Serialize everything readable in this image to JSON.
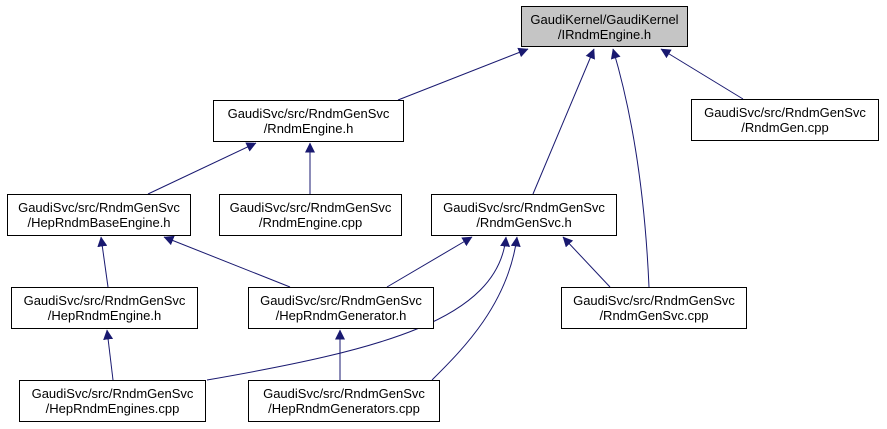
{
  "diagram": {
    "kind": "doxygen-included-by-dependency-graph",
    "root_file": "GaudiKernel/GaudiKernel/IRndmEngine.h"
  },
  "colors": {
    "edge": "#191970",
    "node_border": "#000000",
    "node_fill": "#ffffff",
    "root_node_fill": "#c5c5c5",
    "background": "#ffffff",
    "text": "#000000"
  },
  "nodes": [
    {
      "id": "IRndmEngine.h",
      "line1": "GaudiKernel/GaudiKernel",
      "line2": "/IRndmEngine.h"
    },
    {
      "id": "RndmEngine.h",
      "line1": "GaudiSvc/src/RndmGenSvc",
      "line2": "/RndmEngine.h"
    },
    {
      "id": "RndmGen.cpp",
      "line1": "GaudiSvc/src/RndmGenSvc",
      "line2": "/RndmGen.cpp"
    },
    {
      "id": "HepRndmBaseEngine.h",
      "line1": "GaudiSvc/src/RndmGenSvc",
      "line2": "/HepRndmBaseEngine.h"
    },
    {
      "id": "RndmEngine.cpp",
      "line1": "GaudiSvc/src/RndmGenSvc",
      "line2": "/RndmEngine.cpp"
    },
    {
      "id": "RndmGenSvc.h",
      "line1": "GaudiSvc/src/RndmGenSvc",
      "line2": "/RndmGenSvc.h"
    },
    {
      "id": "HepRndmEngine.h",
      "line1": "GaudiSvc/src/RndmGenSvc",
      "line2": "/HepRndmEngine.h"
    },
    {
      "id": "HepRndmGenerator.h",
      "line1": "GaudiSvc/src/RndmGenSvc",
      "line2": "/HepRndmGenerator.h"
    },
    {
      "id": "RndmGenSvc.cpp",
      "line1": "GaudiSvc/src/RndmGenSvc",
      "line2": "/RndmGenSvc.cpp"
    },
    {
      "id": "HepRndmEngines.cpp",
      "line1": "GaudiSvc/src/RndmGenSvc",
      "line2": "/HepRndmEngines.cpp"
    },
    {
      "id": "HepRndmGenerators.cpp",
      "line1": "GaudiSvc/src/RndmGenSvc",
      "line2": "/HepRndmGenerators.cpp"
    }
  ],
  "edges": [
    {
      "from": "RndmEngine.h",
      "to": "IRndmEngine.h"
    },
    {
      "from": "RndmGenSvc.h",
      "to": "IRndmEngine.h"
    },
    {
      "from": "RndmGenSvc.cpp",
      "to": "IRndmEngine.h"
    },
    {
      "from": "RndmGen.cpp",
      "to": "IRndmEngine.h"
    },
    {
      "from": "HepRndmBaseEngine.h",
      "to": "RndmEngine.h"
    },
    {
      "from": "RndmEngine.cpp",
      "to": "RndmEngine.h"
    },
    {
      "from": "HepRndmEngine.h",
      "to": "HepRndmBaseEngine.h"
    },
    {
      "from": "HepRndmGenerator.h",
      "to": "HepRndmBaseEngine.h"
    },
    {
      "from": "HepRndmGenerator.h",
      "to": "RndmGenSvc.h"
    },
    {
      "from": "HepRndmEngines.cpp",
      "to": "RndmGenSvc.h"
    },
    {
      "from": "HepRndmGenerators.cpp",
      "to": "RndmGenSvc.h"
    },
    {
      "from": "RndmGenSvc.cpp",
      "to": "RndmGenSvc.h"
    },
    {
      "from": "HepRndmEngines.cpp",
      "to": "HepRndmEngine.h"
    },
    {
      "from": "HepRndmGenerators.cpp",
      "to": "HepRndmGenerator.h"
    }
  ]
}
